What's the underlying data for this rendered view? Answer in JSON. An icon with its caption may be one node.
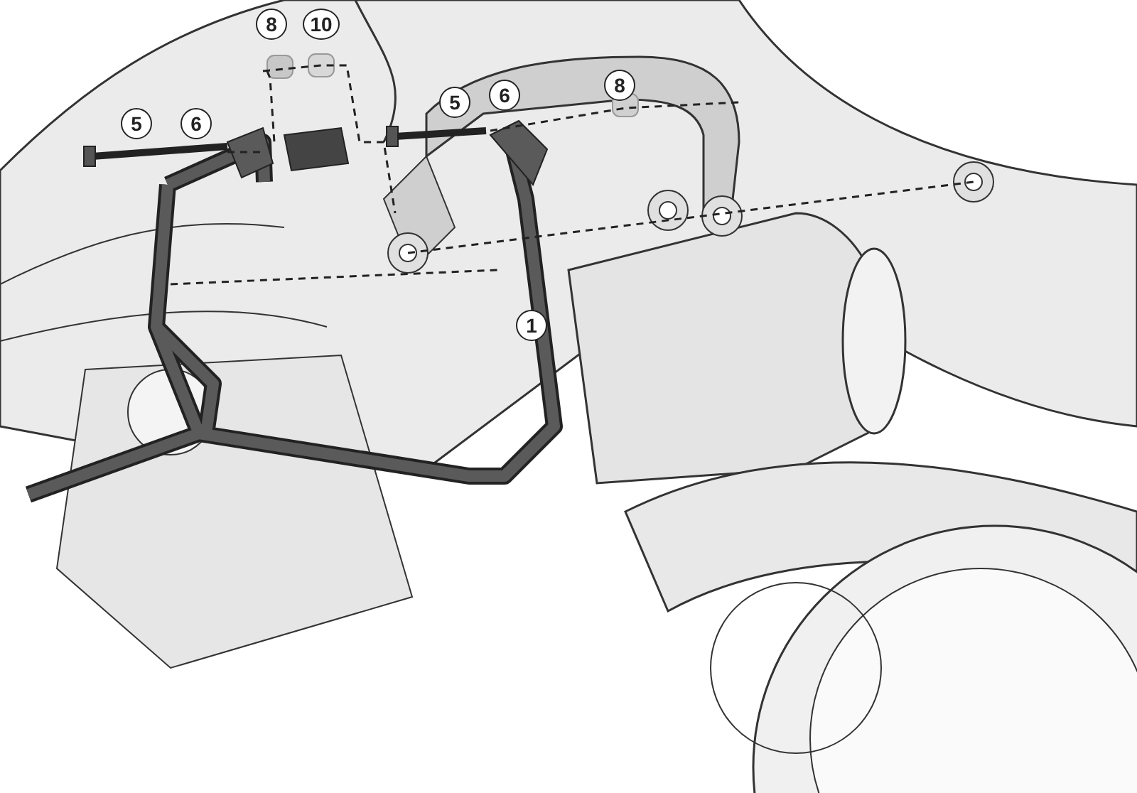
{
  "diagram": {
    "labels": [
      "8",
      "10",
      "5",
      "6",
      "5",
      "6",
      "8",
      "1"
    ]
  }
}
